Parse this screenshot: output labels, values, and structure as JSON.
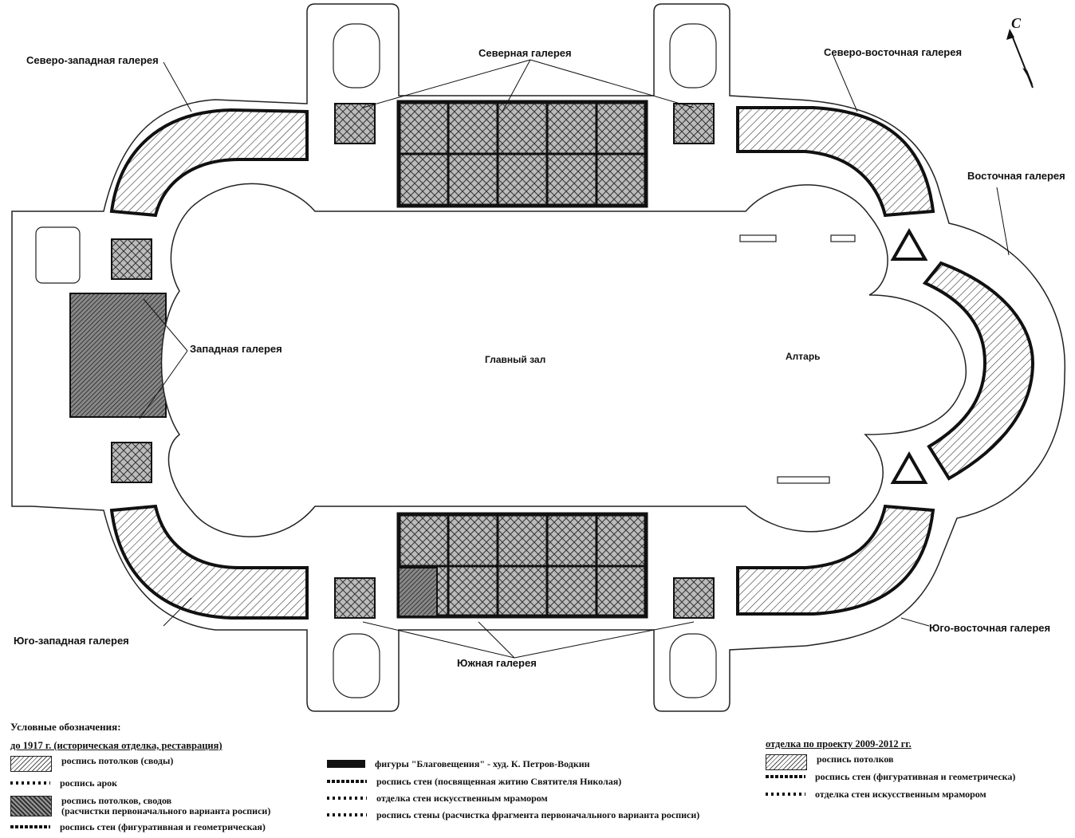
{
  "north_marker": "С",
  "labels": {
    "nw_gallery": "Северо-западная галерея",
    "n_gallery": "Северная галерея",
    "ne_gallery": "Северо-восточная галерея",
    "e_gallery": "Восточная галерея",
    "w_gallery": "Западная галерея",
    "main_hall": "Главный зал",
    "altar": "Алтарь",
    "sw_gallery": "Юго-западная галерея",
    "s_gallery": "Южная галерея",
    "se_gallery": "Юго-восточная галерея"
  },
  "legend": {
    "title": "Условные обозначения:",
    "pre1917": {
      "heading": "до 1917 г. (историческая отделка, реставрация)",
      "items": [
        "роспись потолков (своды)",
        "роспись арок",
        "роспись потолков, сводов\n(расчистки первоначального варианта росписи)",
        "роспись стен (фигуративная и геометрическая)"
      ]
    },
    "middle": [
      "фигуры \"Благовещения\" - худ. К. Петров-Водкин",
      "роспись стен  (посвященная житию Святителя Николая)",
      "отделка стен искусственным мрамором",
      "роспись стены (расчистка фрагмента первоначального варианта росписи)"
    ],
    "project": {
      "heading": "отделка по проекту 2009-2012 гг.",
      "items": [
        "роспись потолков",
        "роспись стен (фигуративная и геометрическа)",
        "отделка стен искусственным мрамором"
      ]
    }
  }
}
